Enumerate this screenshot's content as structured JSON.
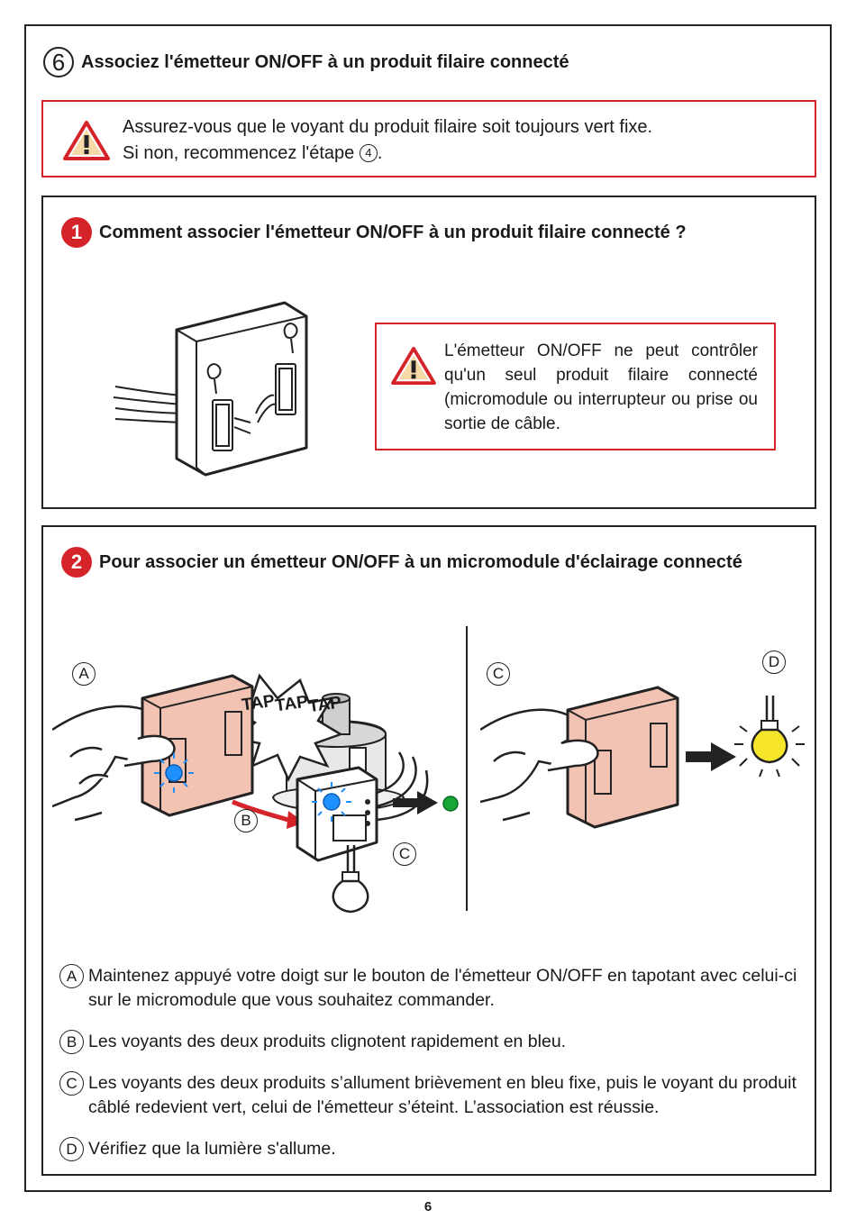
{
  "header": {
    "step_number": "6",
    "title": "Associez l'émetteur ON/OFF à un produit filaire connecté"
  },
  "top_warning": {
    "line1": "Assurez-vous que le voyant du produit filaire soit toujours vert fixe.",
    "line2_prefix": "Si non, recommencez l'étape",
    "line2_step": "4",
    "line2_suffix": "."
  },
  "section1": {
    "number": "1",
    "title": "Comment associer l'émetteur ON/OFF à un produit filaire connecté ?",
    "warning": "L'émetteur ON/OFF ne peut contrôler qu'un seul produit filaire connecté (micromodule ou interrupteur ou prise ou sortie de câble."
  },
  "section2": {
    "number": "2",
    "title": "Pour associer un émetteur ON/OFF à un micromodule d'éclairage connecté",
    "figure": {
      "letters": {
        "a": "A",
        "b": "B",
        "c": "C",
        "c2": "C",
        "d": "D"
      },
      "tap_text": {
        "t1": "TAP",
        "t2": "TAP",
        "t3": "TAP"
      }
    },
    "steps": [
      {
        "letter": "A",
        "text": "Maintenez appuyé votre doigt sur le bouton de l'émetteur ON/OFF en tapotant avec celui-ci sur le micromodule que vous souhaitez commander."
      },
      {
        "letter": "B",
        "text": "Les voyants des deux produits clignotent rapidement en bleu."
      },
      {
        "letter": "C",
        "text": "Les voyants des deux produits s’allument brièvement en bleu fixe, puis le voyant du produit câblé redevient vert, celui de l'émetteur s’éteint. L’association est réussie."
      },
      {
        "letter": "D",
        "text": "Vérifiez que la lumière s'allume."
      }
    ]
  },
  "footer": {
    "page_number": "6"
  },
  "colors": {
    "red": "#d5232a",
    "led_blue": "#1e90ff",
    "led_green": "#18a538",
    "bulb_yellow": "#f6e52a",
    "device_pink": "#f2c2b3"
  },
  "icons": [
    "warning-triangle-icon",
    "light-bulb-icon",
    "arrow-right-icon"
  ]
}
